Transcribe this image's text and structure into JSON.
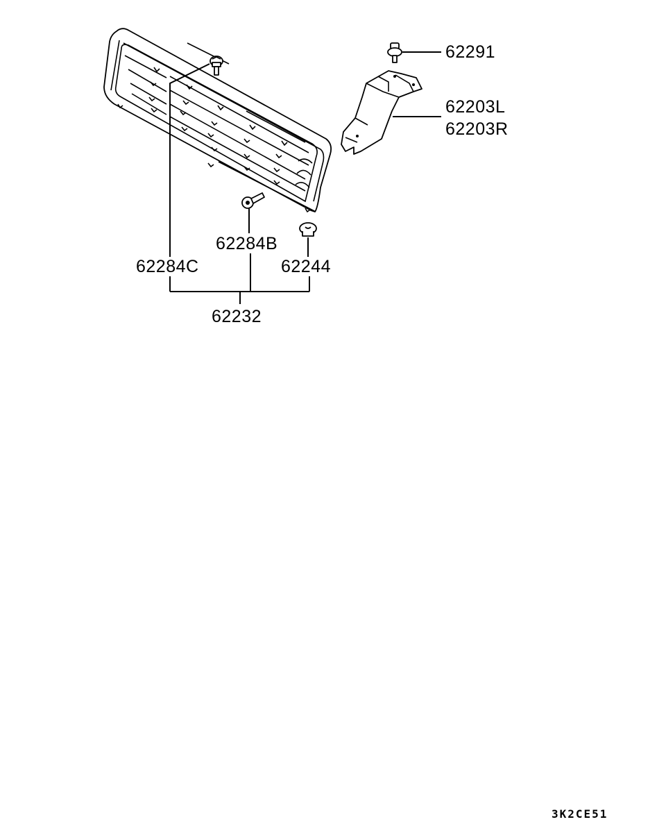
{
  "diagram": {
    "reference_code": "3K2CE51",
    "parts": [
      {
        "id": "grille",
        "label": ""
      },
      {
        "id": "screw-62291",
        "label": "62291"
      },
      {
        "id": "bracket",
        "label_l": "62203L",
        "label_r": "62203R"
      },
      {
        "id": "screw-62284B",
        "label": "62284B"
      },
      {
        "id": "screw-62284C",
        "label": "62284C"
      },
      {
        "id": "clip-62244",
        "label": "62244"
      },
      {
        "id": "kit-62232",
        "label": "62232"
      }
    ],
    "colors": {
      "line": "#000000",
      "background": "#ffffff"
    }
  }
}
